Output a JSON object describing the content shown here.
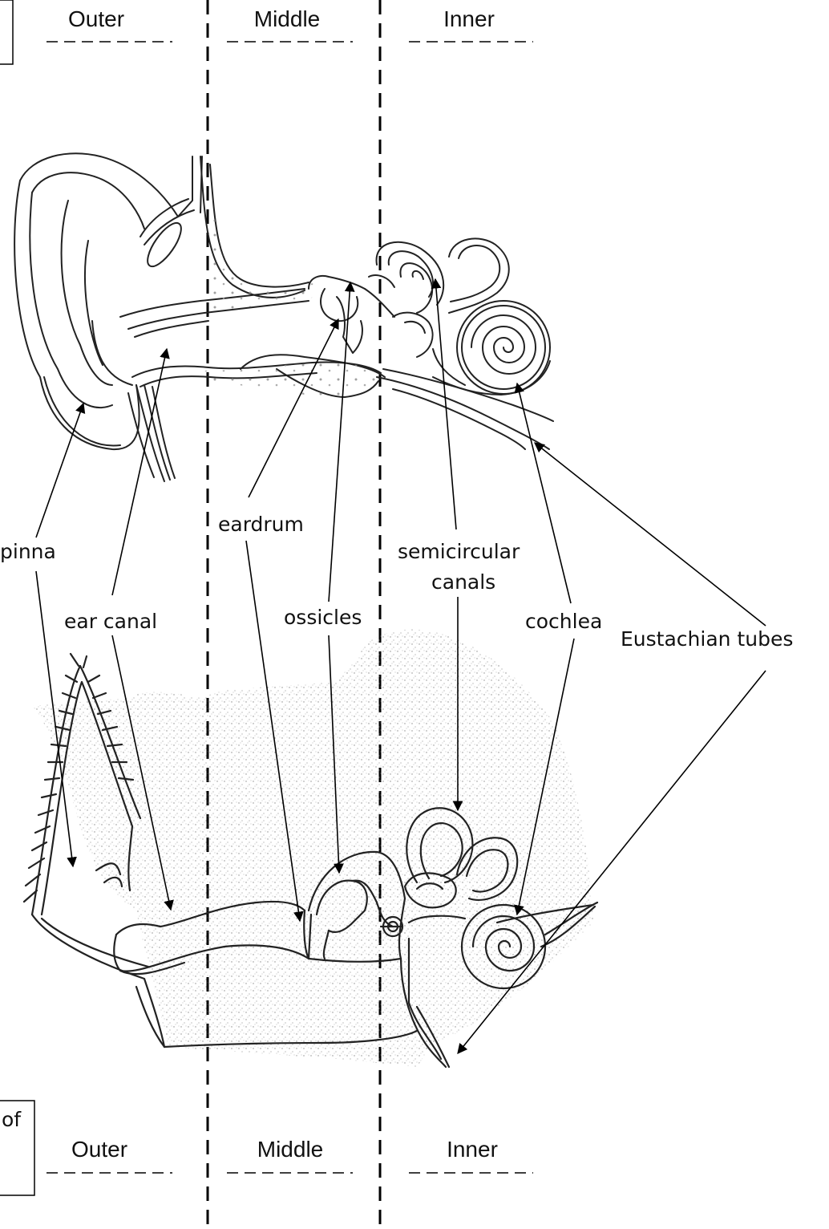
{
  "zones_top": [
    "Outer",
    "Middle",
    "Inner"
  ],
  "zones_bottom": [
    "Outer",
    "Middle",
    "Inner"
  ],
  "labels": {
    "pinna": "pinna",
    "ear_canal": "ear canal",
    "eardrum": "eardrum",
    "ossicles": "ossicles",
    "semicircular_1": "semicircular",
    "semicircular_2": "canals",
    "cochlea": "cochlea",
    "eustachian": "Eustachian tubes"
  },
  "bottom_left_fragment": "of"
}
